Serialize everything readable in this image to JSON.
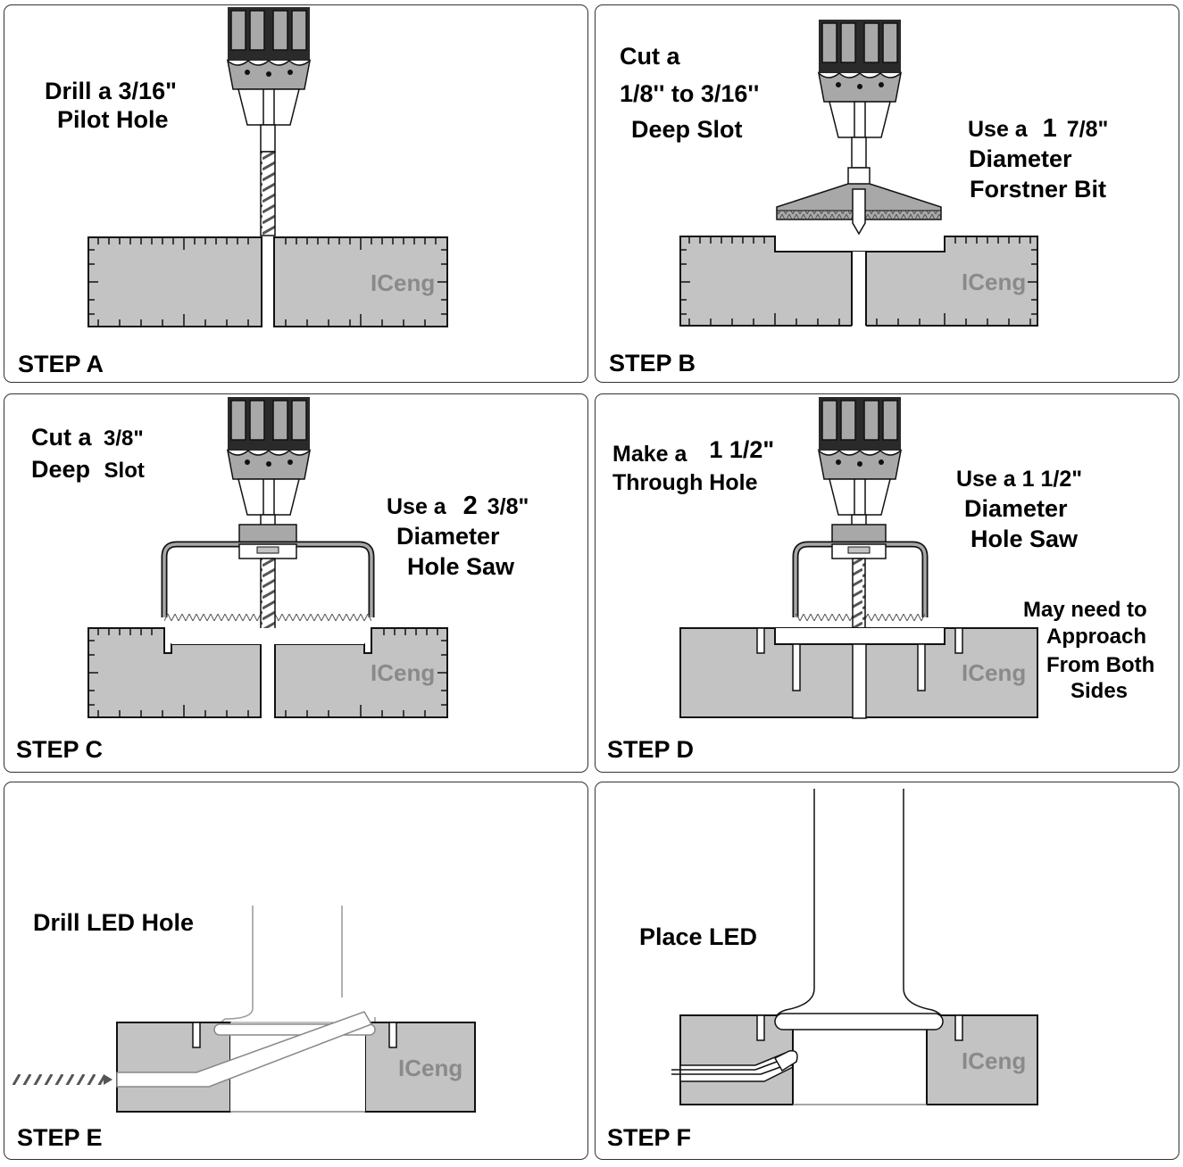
{
  "watermark": "ICeng",
  "colors": {
    "block": "#c3c3c3",
    "tool": "#a8a8a8",
    "chuck_dark": "#2a2a2a",
    "outline": "#111111"
  },
  "panels": {
    "a": {
      "step": "STEP  A",
      "l1": "Drill  a  3/16\"",
      "l2": "Pilot  Hole"
    },
    "b": {
      "step": "STEP  B",
      "l1": "Cut a",
      "l2": "1/8'' to 3/16''",
      "l3": "Deep  Slot",
      "r1a": "Use a",
      "r1b": "1",
      "r1c": "7/8\"",
      "r2": "Diameter",
      "r3": "Forstner Bit"
    },
    "c": {
      "step": "STEP  C",
      "l1a": "Cut a",
      "l1b": "3/8\"",
      "l2a": "Deep",
      "l2b": "Slot",
      "r1a": "Use a",
      "r1b": "2",
      "r1c": "3/8\"",
      "r2": "Diameter",
      "r3": "Hole Saw"
    },
    "d": {
      "step": "STEP  D",
      "l1a": "Make a",
      "l1b": "1 1/2\"",
      "l2": "Through Hole",
      "r1": "Use a  1 1/2\"",
      "r2": "Diameter",
      "r3": "Hole Saw",
      "n1": "May need to",
      "n2": "Approach",
      "n3": "From Both",
      "n4": "Sides"
    },
    "e": {
      "step": "STEP  E",
      "l1": "Drill  LED  Hole"
    },
    "f": {
      "step": "STEP  F",
      "l1": "Place  LED"
    }
  }
}
